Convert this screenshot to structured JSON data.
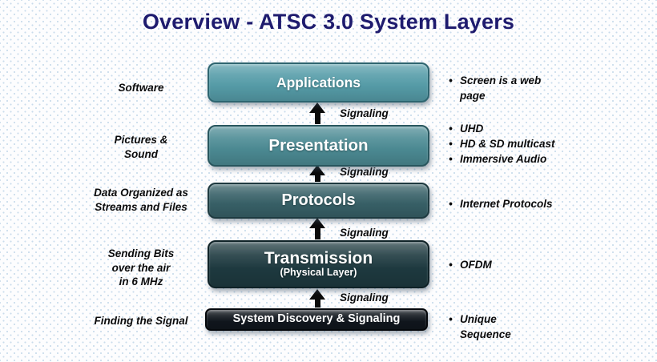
{
  "title": "Overview - ATSC 3.0 System Layers",
  "arrow_label": "Signaling",
  "glyphs": {
    "bullet": "•"
  },
  "colors": {
    "title": "#1E1B6E",
    "background_dot": "#C9DCEC",
    "arrow": "#0A0A0A",
    "side_text": "#0B0B0C",
    "box_text": "#FFFFFF"
  },
  "layers": [
    {
      "label": "Applications",
      "sublabel": "",
      "left_label": "Software",
      "bullets": [
        "Screen is a web page"
      ],
      "colors": {
        "bg": "#569DA9",
        "border": "#2E6570"
      }
    },
    {
      "label": "Presentation",
      "sublabel": "",
      "left_label": "Pictures &\nSound",
      "bullets": [
        "UHD",
        "HD & SD multicast",
        "Immersive Audio"
      ],
      "colors": {
        "bg": "#4C8B94",
        "border": "#28565E"
      }
    },
    {
      "label": "Protocols",
      "sublabel": "",
      "left_label": "Data Organized as\nStreams and Files",
      "bullets": [
        "Internet Protocols"
      ],
      "colors": {
        "bg": "#386168",
        "border": "#1E3A40"
      }
    },
    {
      "label": "Transmission",
      "sublabel": "(Physical Layer)",
      "left_label": "Sending Bits\nover the air\nin 6 MHz",
      "bullets": [
        "OFDM"
      ],
      "colors": {
        "bg": "#1E3A40",
        "border": "#0F2227"
      }
    },
    {
      "label": "System Discovery & Signaling",
      "sublabel": "",
      "left_label": "Finding the Signal",
      "bullets": [
        "Unique Sequence"
      ],
      "colors": {
        "bg": "#10161D",
        "border": "#05080C"
      }
    }
  ]
}
